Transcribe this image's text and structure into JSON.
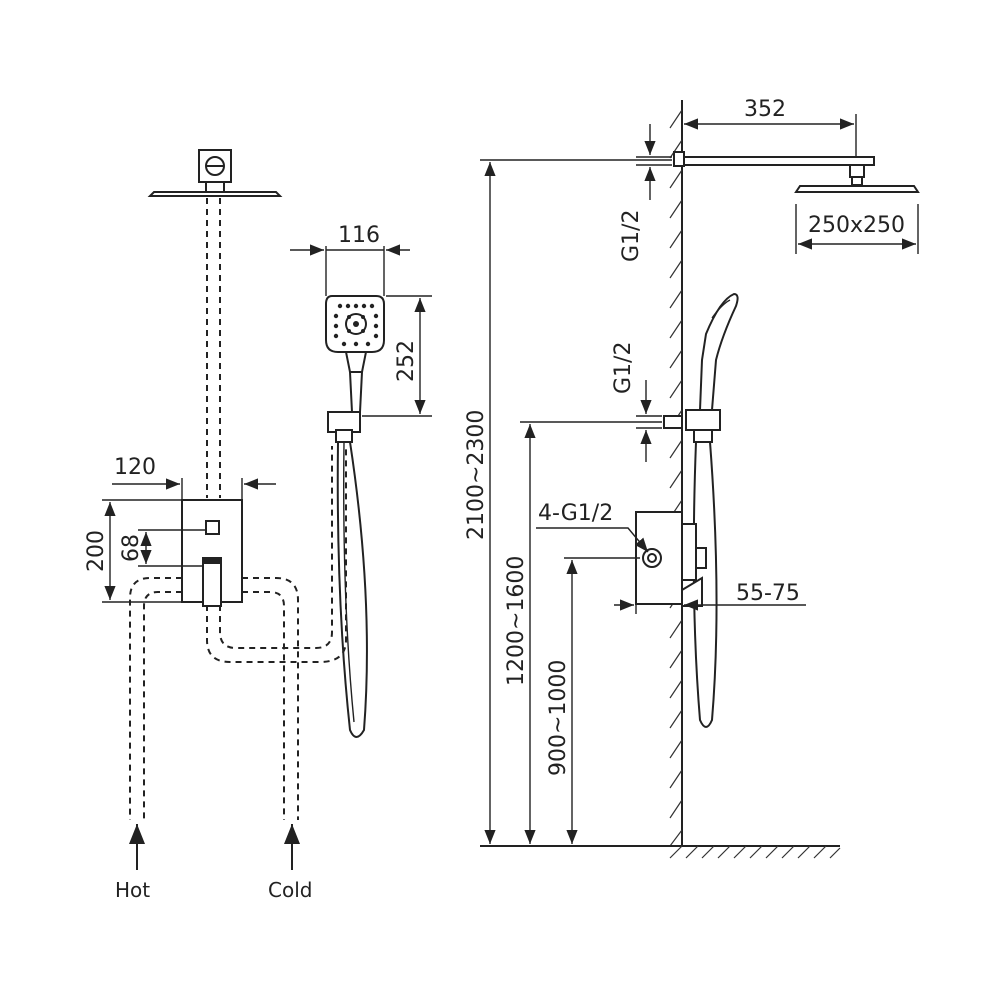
{
  "front_view": {
    "dims": {
      "handshower_width": "116",
      "handshower_height": "252",
      "valve_width": "120",
      "valve_height": "200",
      "valve_offset": "68"
    },
    "labels": {
      "hot": "Hot",
      "cold": "Cold"
    }
  },
  "side_view": {
    "dims": {
      "arm_length": "352",
      "arm_thread": "G1/2",
      "head_size": "250x250",
      "outlet_thread": "G1/2",
      "inlet_threads": "4-G1/2",
      "wall_depth": "55-75",
      "total_height": "2100~2300",
      "outlet_height": "1200~1600",
      "valve_height": "900~1000"
    }
  },
  "colors": {
    "line": "#222222",
    "background": "#ffffff"
  }
}
